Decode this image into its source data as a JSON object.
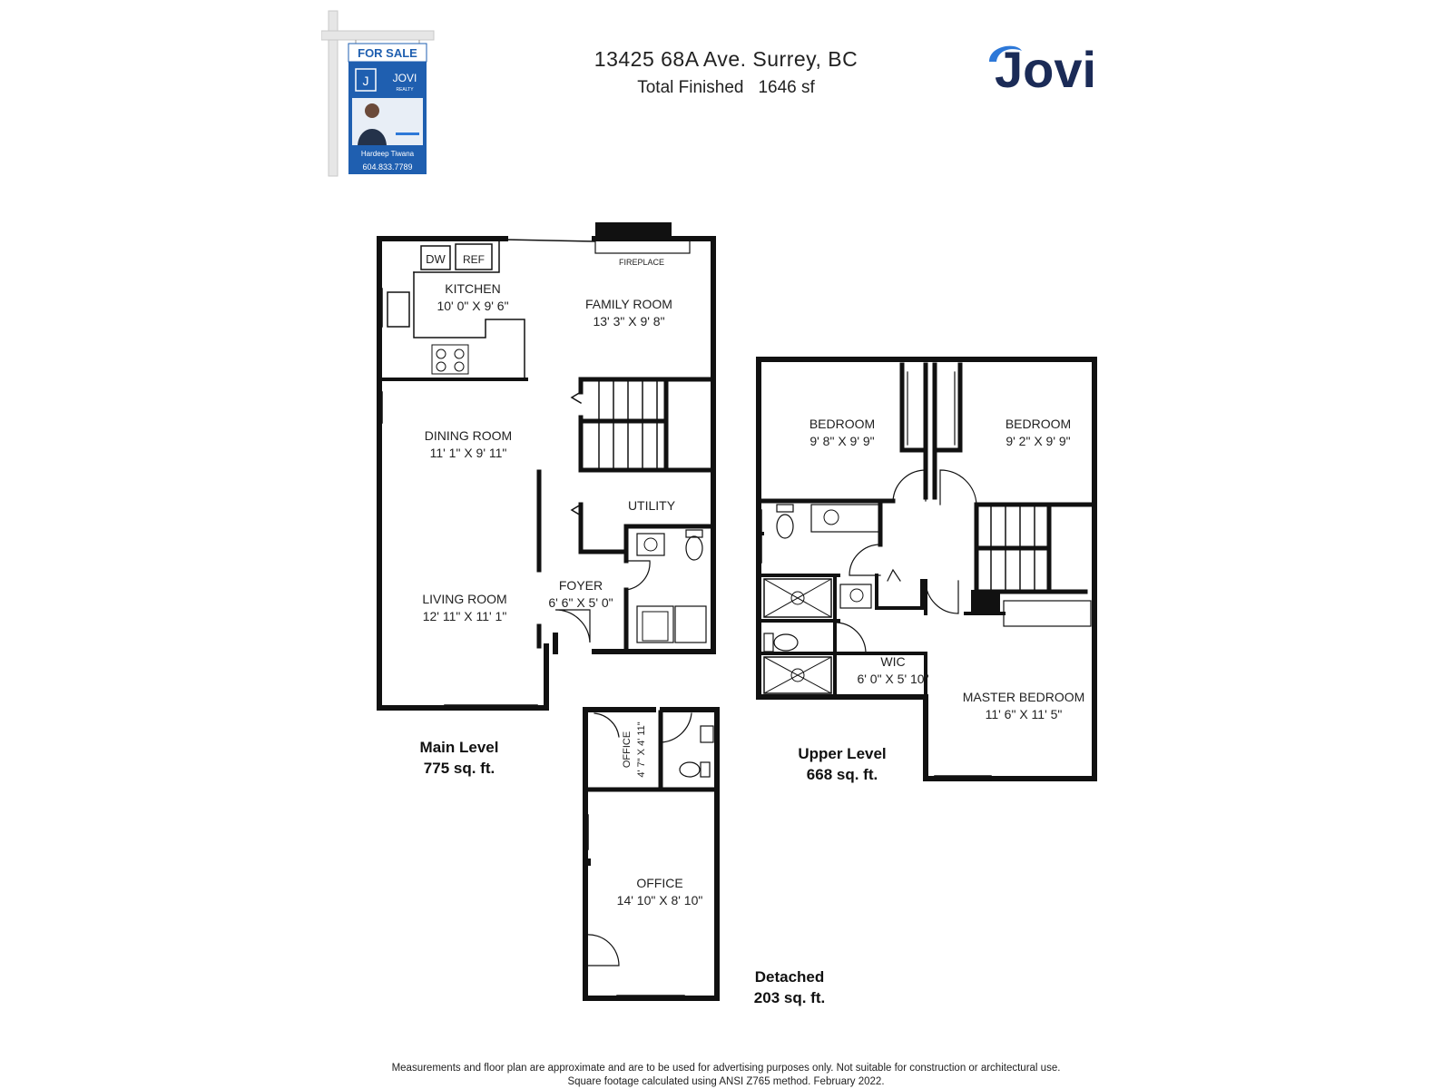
{
  "header": {
    "address": "13425 68A Ave. Surrey, BC",
    "total_label": "Total Finished",
    "total_value": "1646 sf"
  },
  "brand": {
    "name": "Jovi",
    "color": "#1b2b57",
    "accent": "#2d78d8"
  },
  "sign": {
    "tag": "FOR SALE",
    "logo_letter": "J",
    "brand": "JOVI",
    "brand_sub": "REALTY",
    "agent": "Hardeep Tiwana",
    "phone": "604.833.7789",
    "color": "#1f5fb0"
  },
  "rooms": {
    "kitchen": {
      "name": "KITCHEN",
      "dims": "10' 0\" X 9' 6\""
    },
    "family_room": {
      "name": "FAMILY ROOM",
      "dims": "13' 3\" X 9' 8\""
    },
    "fireplace": {
      "name": "FIREPLACE"
    },
    "dw": {
      "name": "DW"
    },
    "ref": {
      "name": "REF"
    },
    "dining_room": {
      "name": "DINING ROOM",
      "dims": "11' 1\" X 9' 11\""
    },
    "utility": {
      "name": "UTILITY"
    },
    "foyer": {
      "name": "FOYER",
      "dims": "6' 6\" X 5' 0\""
    },
    "living_room": {
      "name": "LIVING ROOM",
      "dims": "12' 11\" X 11' 1\""
    },
    "bedroom_1": {
      "name": "BEDROOM",
      "dims": "9' 8\" X 9' 9\""
    },
    "bedroom_2": {
      "name": "BEDROOM",
      "dims": "9' 2\" X 9' 9\""
    },
    "wic": {
      "name": "WIC",
      "dims": "6' 0\" X 5' 10\""
    },
    "master_bedroom": {
      "name": "MASTER BEDROOM",
      "dims": "11' 6\" X 11' 5\""
    },
    "office_small": {
      "name": "OFFICE",
      "dims": "4' 7\" X 4' 11\""
    },
    "office": {
      "name": "OFFICE",
      "dims": "14' 10\" X 8' 10\""
    }
  },
  "levels": {
    "main": {
      "name": "Main Level",
      "area": "775 sq. ft."
    },
    "upper": {
      "name": "Upper Level",
      "area": "668 sq. ft."
    },
    "detached": {
      "name": "Detached",
      "area": "203 sq. ft."
    }
  },
  "disclaimer": {
    "line1": "Measurements and floor plan are approximate and are to be used for advertising purposes only. Not suitable for construction or architectural use.",
    "line2": "Square footage calculated using ANSI Z765 method. February 2022."
  }
}
